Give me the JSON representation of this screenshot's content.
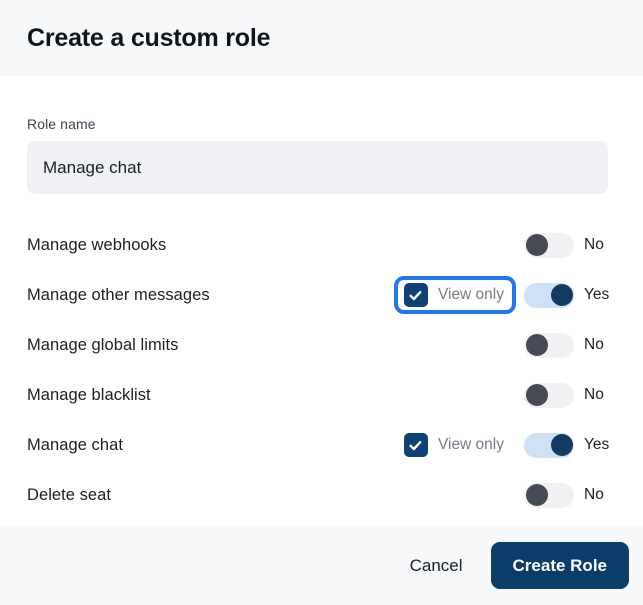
{
  "header": {
    "title": "Create a custom role"
  },
  "form": {
    "role_name": {
      "label": "Role name",
      "value": "Manage chat",
      "placeholder": "Role name"
    }
  },
  "permissions": {
    "view_only_label": "View only",
    "rows": [
      {
        "name": "Manage webhooks",
        "has_view_only": false,
        "view_only_checked": false,
        "focused": false,
        "enabled": false,
        "state_label": "No"
      },
      {
        "name": "Manage other messages",
        "has_view_only": true,
        "view_only_checked": true,
        "focused": true,
        "enabled": true,
        "state_label": "Yes"
      },
      {
        "name": "Manage global limits",
        "has_view_only": false,
        "view_only_checked": false,
        "focused": false,
        "enabled": false,
        "state_label": "No"
      },
      {
        "name": "Manage blacklist",
        "has_view_only": false,
        "view_only_checked": false,
        "focused": false,
        "enabled": false,
        "state_label": "No"
      },
      {
        "name": "Manage chat",
        "has_view_only": true,
        "view_only_checked": true,
        "focused": false,
        "enabled": true,
        "state_label": "Yes"
      },
      {
        "name": "Delete seat",
        "has_view_only": false,
        "view_only_checked": false,
        "focused": false,
        "enabled": false,
        "state_label": "No"
      }
    ]
  },
  "footer": {
    "cancel_label": "Cancel",
    "create_label": "Create Role"
  },
  "colors": {
    "header_bg": "#f7f8fa",
    "footer_bg": "#f7f8fa",
    "input_bg": "#f0f1f4",
    "primary_navy": "#0c3c68",
    "checkbox_navy": "#0e4175",
    "focus_ring_blue": "#1f78f2",
    "toggle_on_track": "#cfe1f6",
    "toggle_on_knob": "#123a62",
    "toggle_off_track": "#f1f1f4",
    "toggle_off_knob": "#454a55",
    "muted_text": "#767c88"
  }
}
